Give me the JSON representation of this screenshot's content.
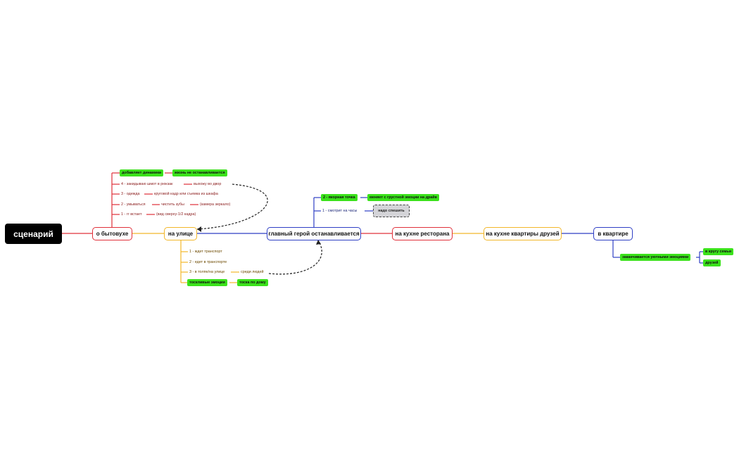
{
  "root": "сценарий",
  "main": {
    "everyday": "о бытовухе",
    "street": "на улице",
    "hero_stops": "главный герой останавливается",
    "restaurant_kitchen": "на кухне ресторана",
    "friends_kitchen": "на кухне квартиры друзей",
    "apartment": "в квартире"
  },
  "everyday_branch": {
    "dynamics": "добавляет динамики",
    "life": "жизнь не останавливается",
    "s4": "4 - закидываю шмот в рюкзак",
    "s4_next": "выхожу во двор",
    "s3": "3 - одежда",
    "s3_next": "круговой кадр или съемка из шкафа",
    "s2": "2 - умываться",
    "s2_next": "чистить зубы",
    "s2_note": "(камера зеркало)",
    "s1": "1 - гг встает",
    "s1_next": "(вид сверху-1/2 кадра)"
  },
  "street_branch": {
    "s1": "1 - ждет транспорт",
    "s2": "2 - едет в транспорте",
    "s3": "3 - в толпе/на улице",
    "s3_next": "среди людей",
    "sad_emotions": "тоскливые эмоции",
    "homesick": "тоска по дому"
  },
  "hero_branch": {
    "anchor": "2 - якорная точка",
    "changes": "меняет с грустной эмоции на драйв",
    "watch": "1 - смотрит на часы",
    "hurry": "надо спешить"
  },
  "apartment_branch": {
    "ends": "заканчивается уютными эмоциями",
    "family": "в кругу семьи",
    "friends": "друзей"
  },
  "colors": {
    "red": "#e0303a",
    "yellow": "#f2b72a",
    "blue": "#2f3fc4",
    "green_tag": "#3be21b"
  }
}
